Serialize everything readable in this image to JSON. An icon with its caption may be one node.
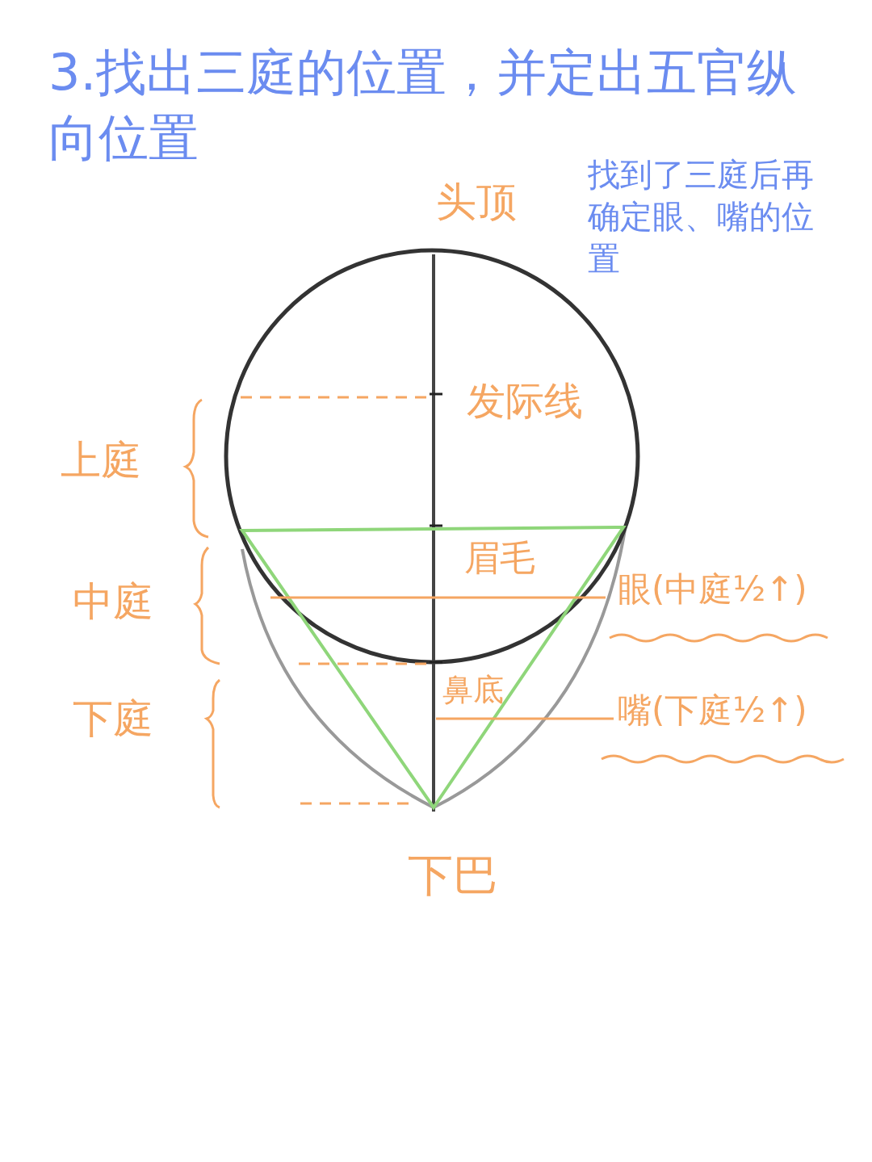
{
  "diagram": {
    "title": "3.找出三庭的位置，并定出五官纵向位置",
    "labels": [
      "头顶",
      "找到了三庭后再确定眼、嘴的位置",
      "发际线",
      "上庭",
      "眉毛",
      "眼(中庭½↑)",
      "中庭",
      "鼻底",
      "下庭",
      "嘴(下庭½↑)",
      "下巴"
    ]
  }
}
